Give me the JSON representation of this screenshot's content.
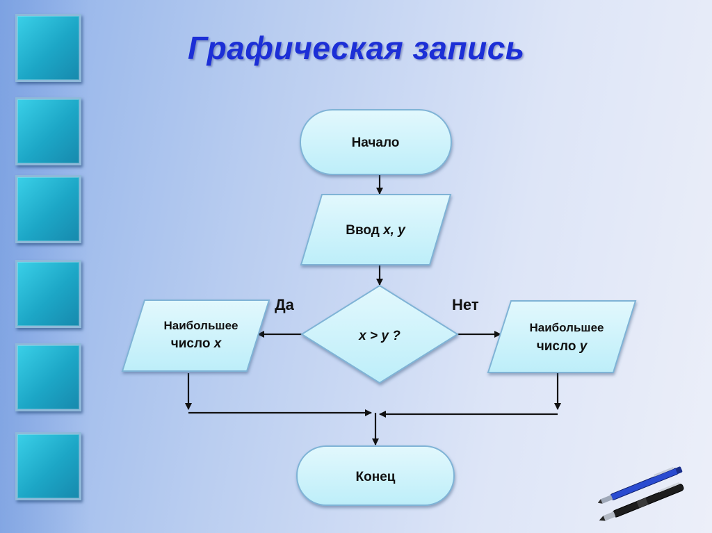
{
  "slide": {
    "title": "Графическая запись"
  },
  "flowchart": {
    "start": {
      "label": "Начало"
    },
    "input": {
      "label_text": "Ввод ",
      "label_vars": "x, y"
    },
    "condition": {
      "label": "x > y ?"
    },
    "yes_label": "Да",
    "no_label": "Нет",
    "output_yes": {
      "line1": "Наибольшее",
      "line2_text": "число ",
      "line2_var": "x"
    },
    "output_no": {
      "line1": "Наибольшее",
      "line2_text": "число ",
      "line2_var": "y"
    },
    "end": {
      "label": "Конец"
    }
  },
  "colors": {
    "node_fill": "#cdf3fb",
    "node_stroke": "#7fb3d6",
    "title": "#1c2fd6",
    "square": "#1ca6c6"
  },
  "decoration": {
    "left_squares": 6,
    "pens_icon": "pens-icon"
  }
}
